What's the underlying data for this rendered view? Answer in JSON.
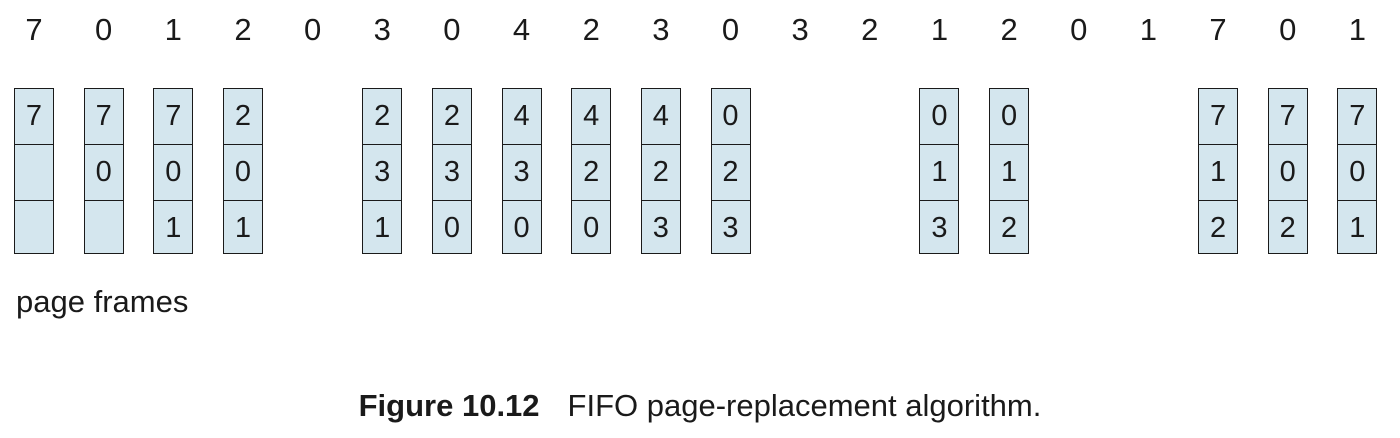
{
  "reference_string": [
    "7",
    "0",
    "1",
    "2",
    "0",
    "3",
    "0",
    "4",
    "2",
    "3",
    "0",
    "3",
    "2",
    "1",
    "2",
    "0",
    "1",
    "7",
    "0",
    "1"
  ],
  "frame_columns": [
    {
      "ref_index": 0,
      "frames": [
        "7",
        "",
        ""
      ]
    },
    {
      "ref_index": 1,
      "frames": [
        "7",
        "0",
        ""
      ]
    },
    {
      "ref_index": 2,
      "frames": [
        "7",
        "0",
        "1"
      ]
    },
    {
      "ref_index": 3,
      "frames": [
        "2",
        "0",
        "1"
      ]
    },
    {
      "ref_index": 5,
      "frames": [
        "2",
        "3",
        "1"
      ]
    },
    {
      "ref_index": 6,
      "frames": [
        "2",
        "3",
        "0"
      ]
    },
    {
      "ref_index": 7,
      "frames": [
        "4",
        "3",
        "0"
      ]
    },
    {
      "ref_index": 8,
      "frames": [
        "4",
        "2",
        "0"
      ]
    },
    {
      "ref_index": 9,
      "frames": [
        "4",
        "2",
        "3"
      ]
    },
    {
      "ref_index": 10,
      "frames": [
        "0",
        "2",
        "3"
      ]
    },
    {
      "ref_index": 13,
      "frames": [
        "0",
        "1",
        "3"
      ]
    },
    {
      "ref_index": 14,
      "frames": [
        "0",
        "1",
        "2"
      ]
    },
    {
      "ref_index": 17,
      "frames": [
        "7",
        "1",
        "2"
      ]
    },
    {
      "ref_index": 18,
      "frames": [
        "7",
        "0",
        "2"
      ]
    },
    {
      "ref_index": 19,
      "frames": [
        "7",
        "0",
        "1"
      ]
    }
  ],
  "labels": {
    "page_frames": "page frames"
  },
  "caption": {
    "number": "Figure 10.12",
    "text": "FIFO page-replacement algorithm."
  },
  "colors": {
    "frame_fill": "#d4e6ee",
    "frame_border": "#1a1a1a",
    "text": "#1a1a1a"
  }
}
